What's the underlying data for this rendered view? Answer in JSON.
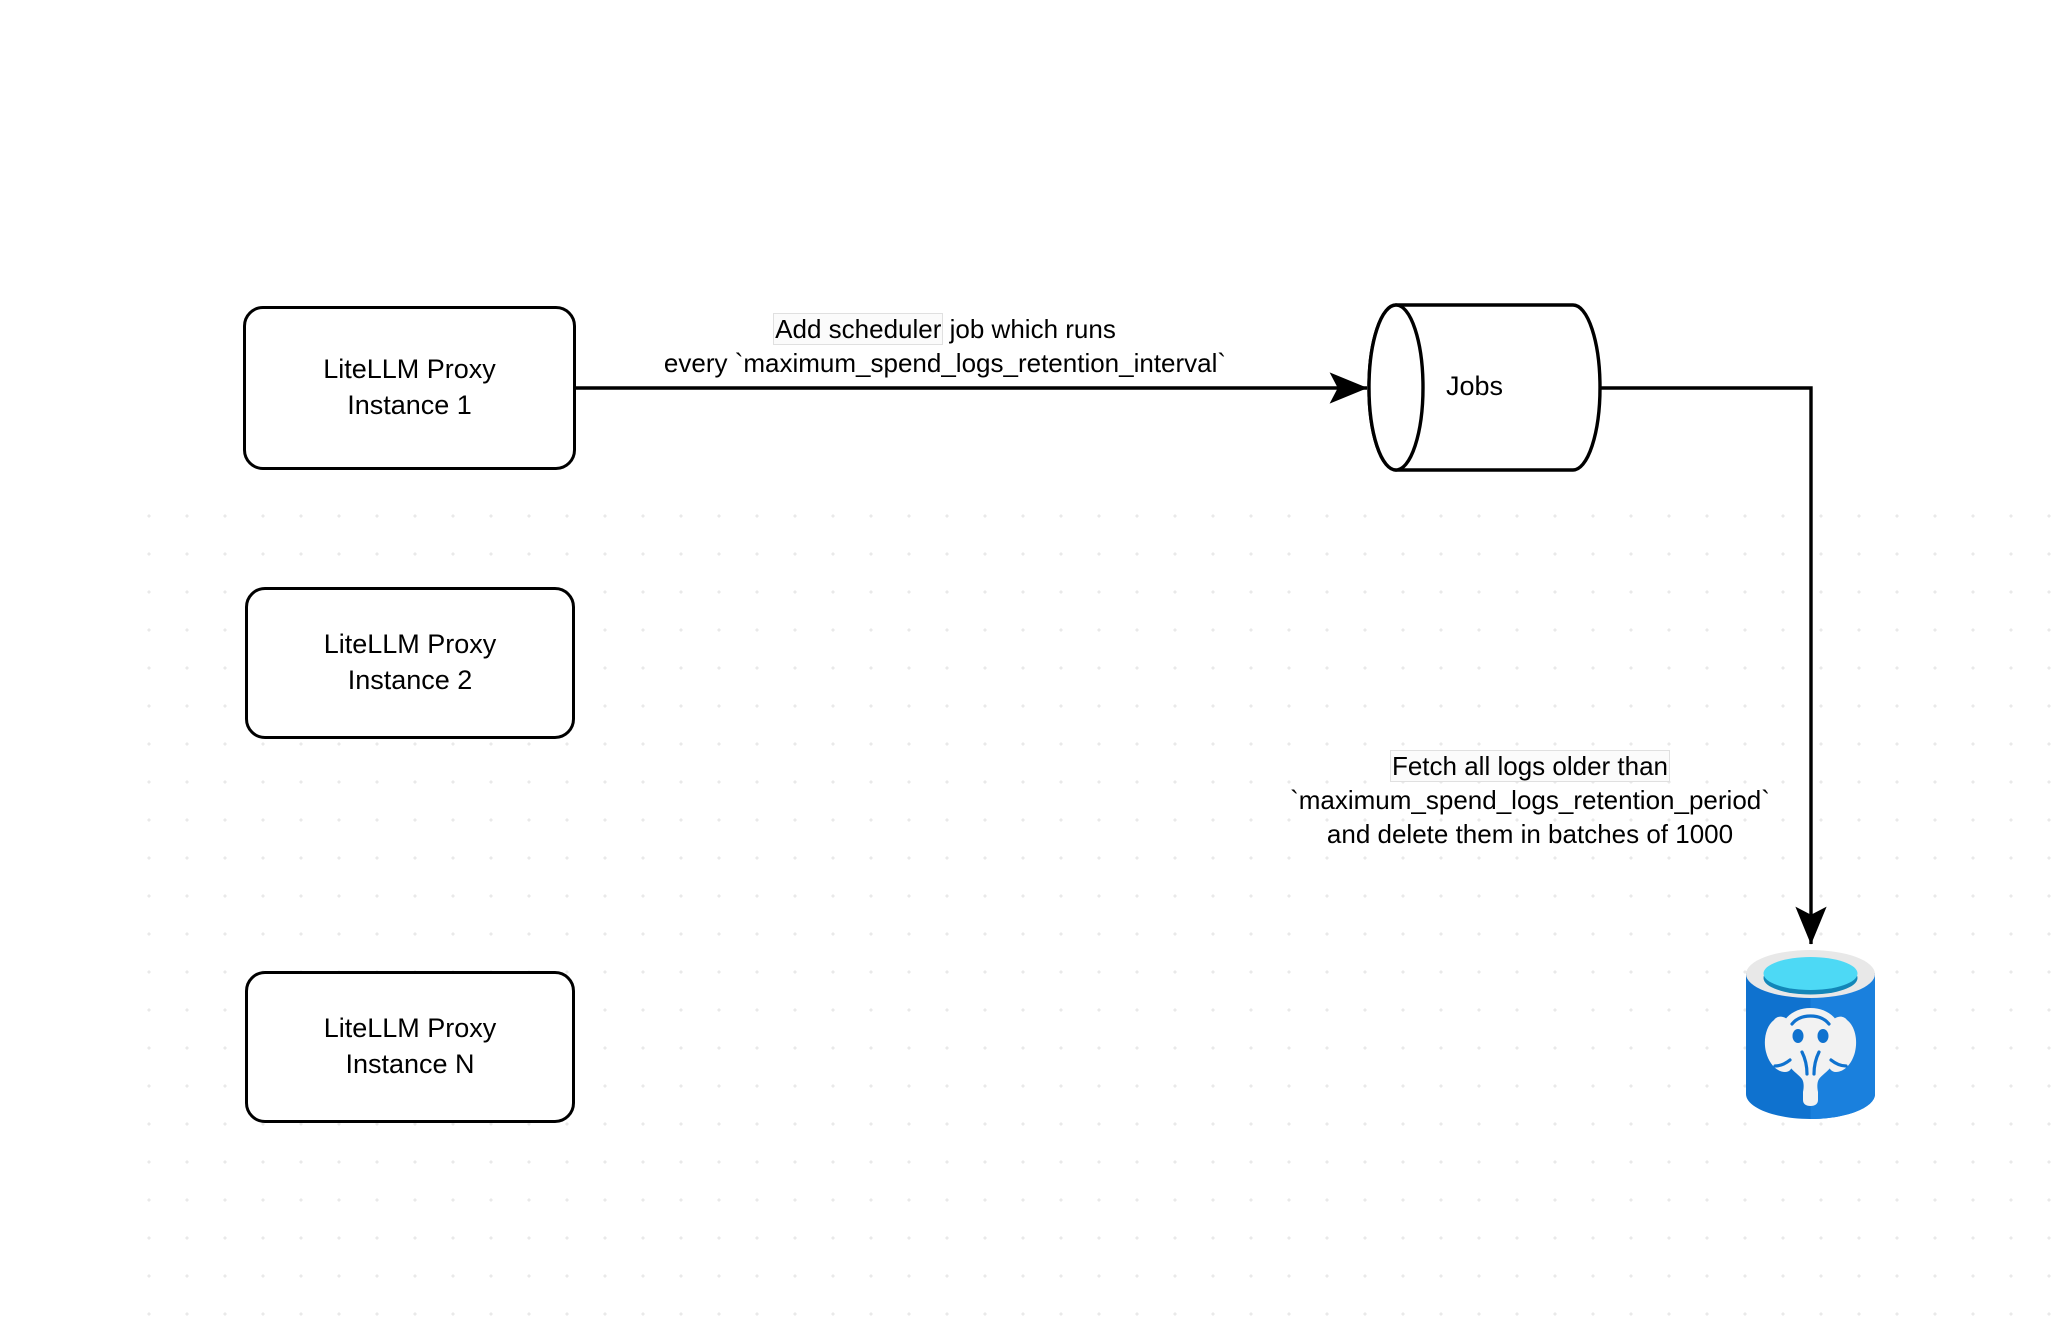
{
  "diagram": {
    "title": "LiteLLM spend logs retention scheduler flow",
    "background": {
      "color": "#ffffff",
      "dot_color": "#e9e9e9",
      "dot_spacing": 38
    },
    "nodes": {
      "proxy_1": {
        "line1": "LiteLLM Proxy",
        "line2": "Instance 1"
      },
      "proxy_2": {
        "line1": "LiteLLM Proxy",
        "line2": "Instance 2"
      },
      "proxy_n": {
        "line1": "LiteLLM Proxy",
        "line2": "Instance N"
      },
      "jobs": {
        "label": "Jobs",
        "shape": "cylinder"
      },
      "postgres": {
        "label": "",
        "shape": "database-cylinder",
        "icon": "postgresql-elephant-icon"
      }
    },
    "edges": {
      "scheduler": {
        "line1": "Add scheduler job which runs",
        "line1_highlight": "Add scheduler",
        "line1_rest": " job which runs",
        "line2": "every `maximum_spend_logs_retention_interval`",
        "from": "proxy_1",
        "to": "jobs"
      },
      "fetch": {
        "line1": "Fetch all logs older than",
        "line2": "`maximum_spend_logs_retention_period`",
        "line3": "and delete them in batches of 1000",
        "from": "jobs",
        "to": "postgres"
      }
    },
    "colors": {
      "stroke": "#000000",
      "node_fill": "#ffffff",
      "postgres_body": "#0f72cf",
      "postgres_body_light": "#1f8ae6",
      "postgres_rim": "#e8e8e8",
      "postgres_top": "#4dd9f5",
      "postgres_top_shadow": "#1286b8",
      "postgres_elephant": "#f2f2f2"
    }
  }
}
